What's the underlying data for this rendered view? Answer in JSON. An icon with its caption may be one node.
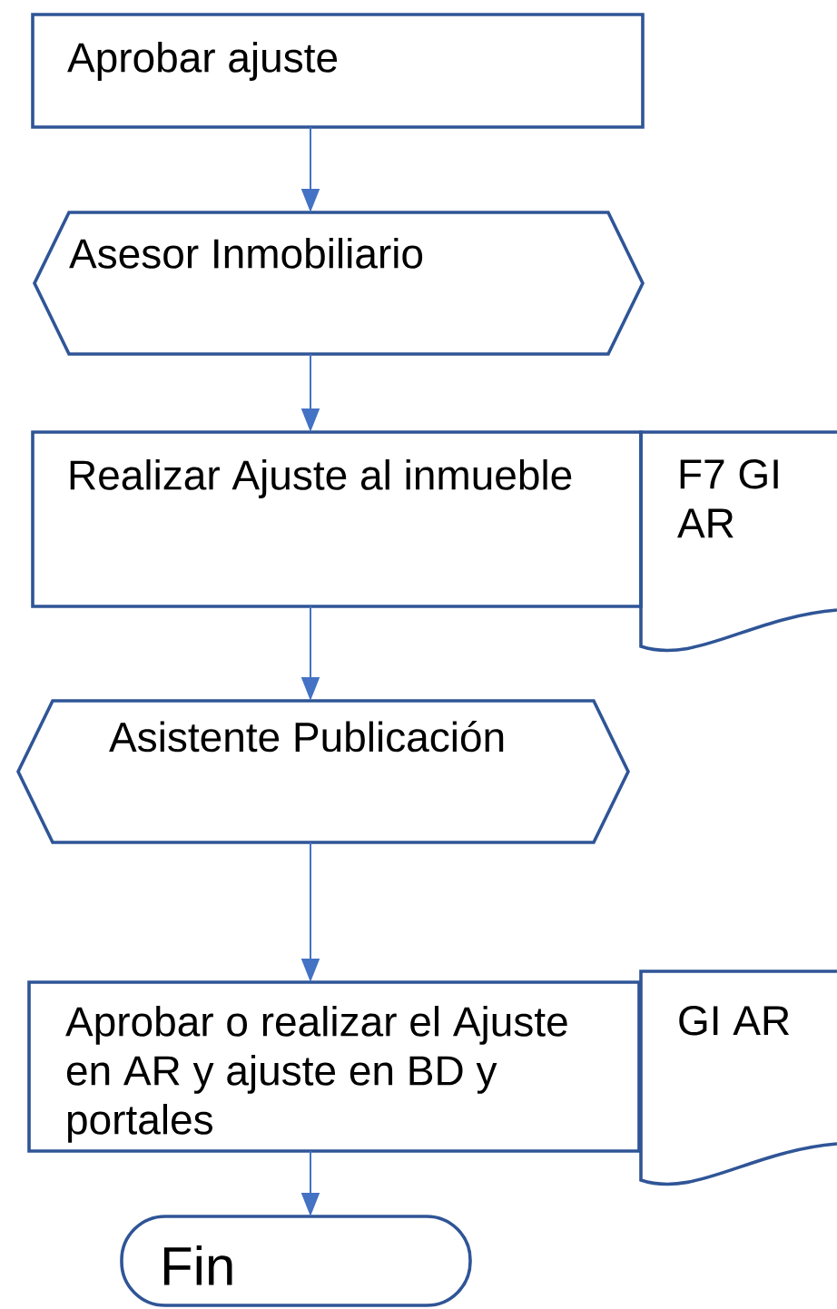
{
  "diagram": {
    "nodes": [
      {
        "text": [
          "Aprobar ajuste"
        ]
      },
      {
        "text": [
          "Asesor Inmobiliario"
        ]
      },
      {
        "text": [
          "Realizar Ajuste al inmueble"
        ]
      },
      {
        "text": [
          "F7 GI AR"
        ]
      },
      {
        "text": [
          "Asistente Publicación"
        ]
      },
      {
        "text": [
          "Aprobar o realizar el Ajuste en AR y ajuste en BD y portales"
        ]
      },
      {
        "text": [
          "GI AR"
        ]
      },
      {
        "text": [
          "Fin"
        ]
      }
    ],
    "edges": [
      {
        "from": 0,
        "to": 1,
        "arrow": "to"
      },
      {
        "from": 1,
        "to": 2,
        "arrow": "to"
      },
      {
        "from": 2,
        "to": 4,
        "arrow": "to"
      },
      {
        "from": 4,
        "to": 5,
        "arrow": "to"
      },
      {
        "from": 5,
        "to": 7,
        "arrow": "to"
      }
    ]
  }
}
